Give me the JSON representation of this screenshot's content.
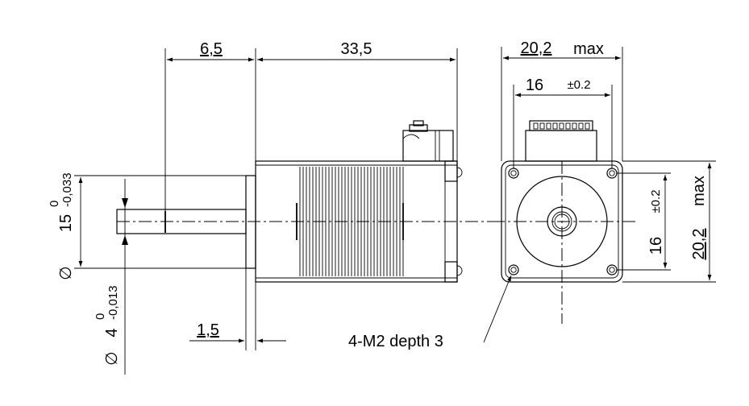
{
  "dimensions": {
    "shaft_length": "6,5",
    "body_length": "33,5",
    "flange_thickness": "1,5",
    "width_max": "20,2",
    "width_max_suffix": "max",
    "hole_spacing_h": "16",
    "hole_spacing_h_tol": "±0.2",
    "hole_spacing_v": "16",
    "hole_spacing_v_tol": "±0.2",
    "height_max": "20,2",
    "height_max_suffix": "max",
    "boss_diameter_symbol": "∅",
    "boss_diameter": "15",
    "boss_tol_upper": "0",
    "boss_tol_lower": "-0,033",
    "shaft_diameter_symbol": "∅",
    "shaft_diameter": "4",
    "shaft_tol_upper": "0",
    "shaft_tol_lower": "-0,013"
  },
  "notes": {
    "mounting_holes": "4-M2 depth 3"
  }
}
